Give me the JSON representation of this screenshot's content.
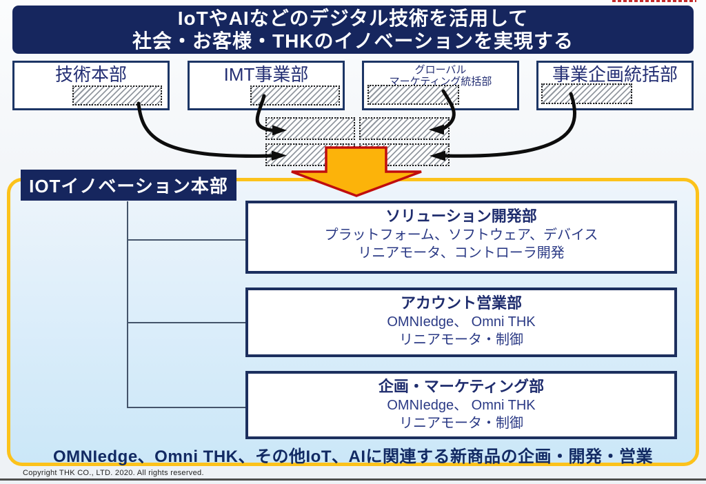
{
  "banner": {
    "line1": "IoTやAIなどのデジタル技術を活用して",
    "line2": "社会・お客様・THKのイノベーションを実現する"
  },
  "departments": [
    {
      "label": "技術本部"
    },
    {
      "label": "IMT事業部"
    },
    {
      "label": "グローバル",
      "label2": "マーケティング統括部"
    },
    {
      "label": "事業企画統括部"
    }
  ],
  "hub": {
    "label": "IOTイノベーション本部"
  },
  "divisions": [
    {
      "title": "ソリューション開発部",
      "line1": "プラットフォーム、ソフトウェア、デバイス",
      "line2": "リニアモータ、コントローラ開発"
    },
    {
      "title": "アカウント営業部",
      "line1": "OMNIedge、 Omni THK",
      "line2": "リニアモータ・制御"
    },
    {
      "title": "企画・マーケティング部",
      "line1": "OMNIedge、 Omni THK",
      "line2": "リニアモータ・制御"
    }
  ],
  "summary": "OMNIedge、Omni THK、その他IoT、AIに関連する新商品の企画・開発・営業",
  "footer": {
    "copyright": "Copyright THK CO., LTD. 2020. All rights reserved."
  },
  "colors": {
    "navy": "#16265e",
    "box_border_navy": "#1c3565",
    "panel_border_gold": "#fcc21b",
    "panel_bg_top": "#eef5fb",
    "panel_bg_bottom": "#cbe7f8",
    "big_arrow_fill": "#fcb30a",
    "big_arrow_outline": "#c00d0d",
    "title_text": "#1e2c6d",
    "body_text": "#2b3a85"
  }
}
